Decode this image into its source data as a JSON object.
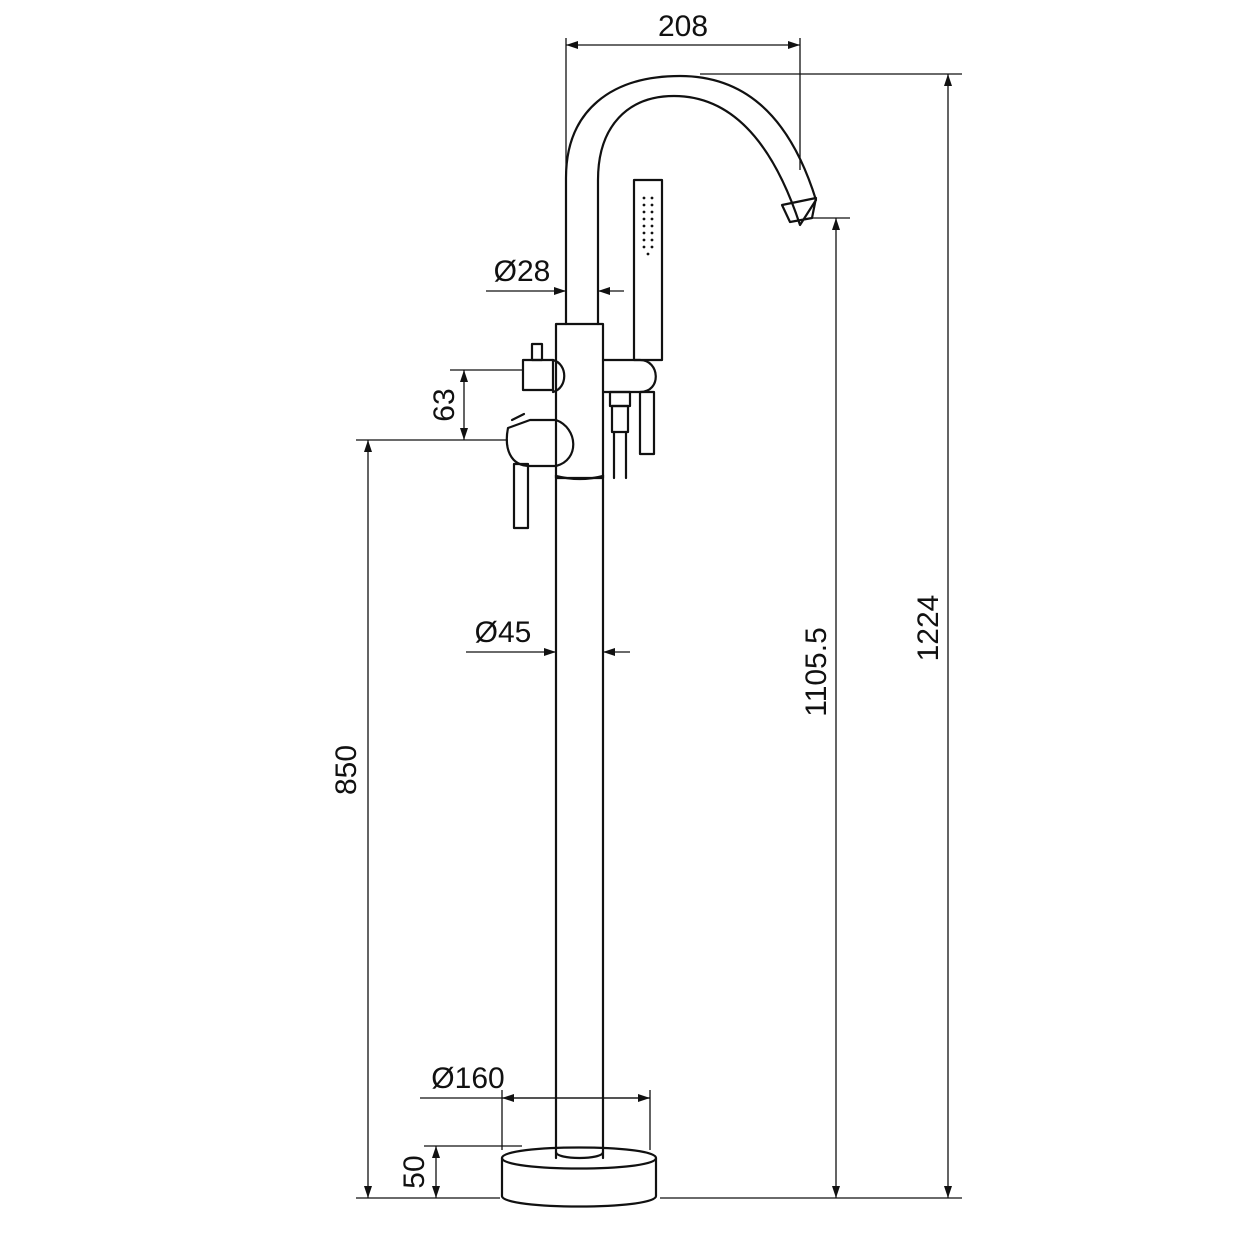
{
  "dimensions": {
    "spout_reach": "208",
    "spout_pipe_diameter": "Ø28",
    "handle_spacing": "63",
    "body_diameter": "Ø45",
    "mixer_height": "850",
    "outlet_height": "1105.5",
    "total_height": "1224",
    "base_diameter": "Ø160",
    "base_height": "50"
  },
  "colors": {
    "line": "#111111",
    "background": "#ffffff"
  }
}
